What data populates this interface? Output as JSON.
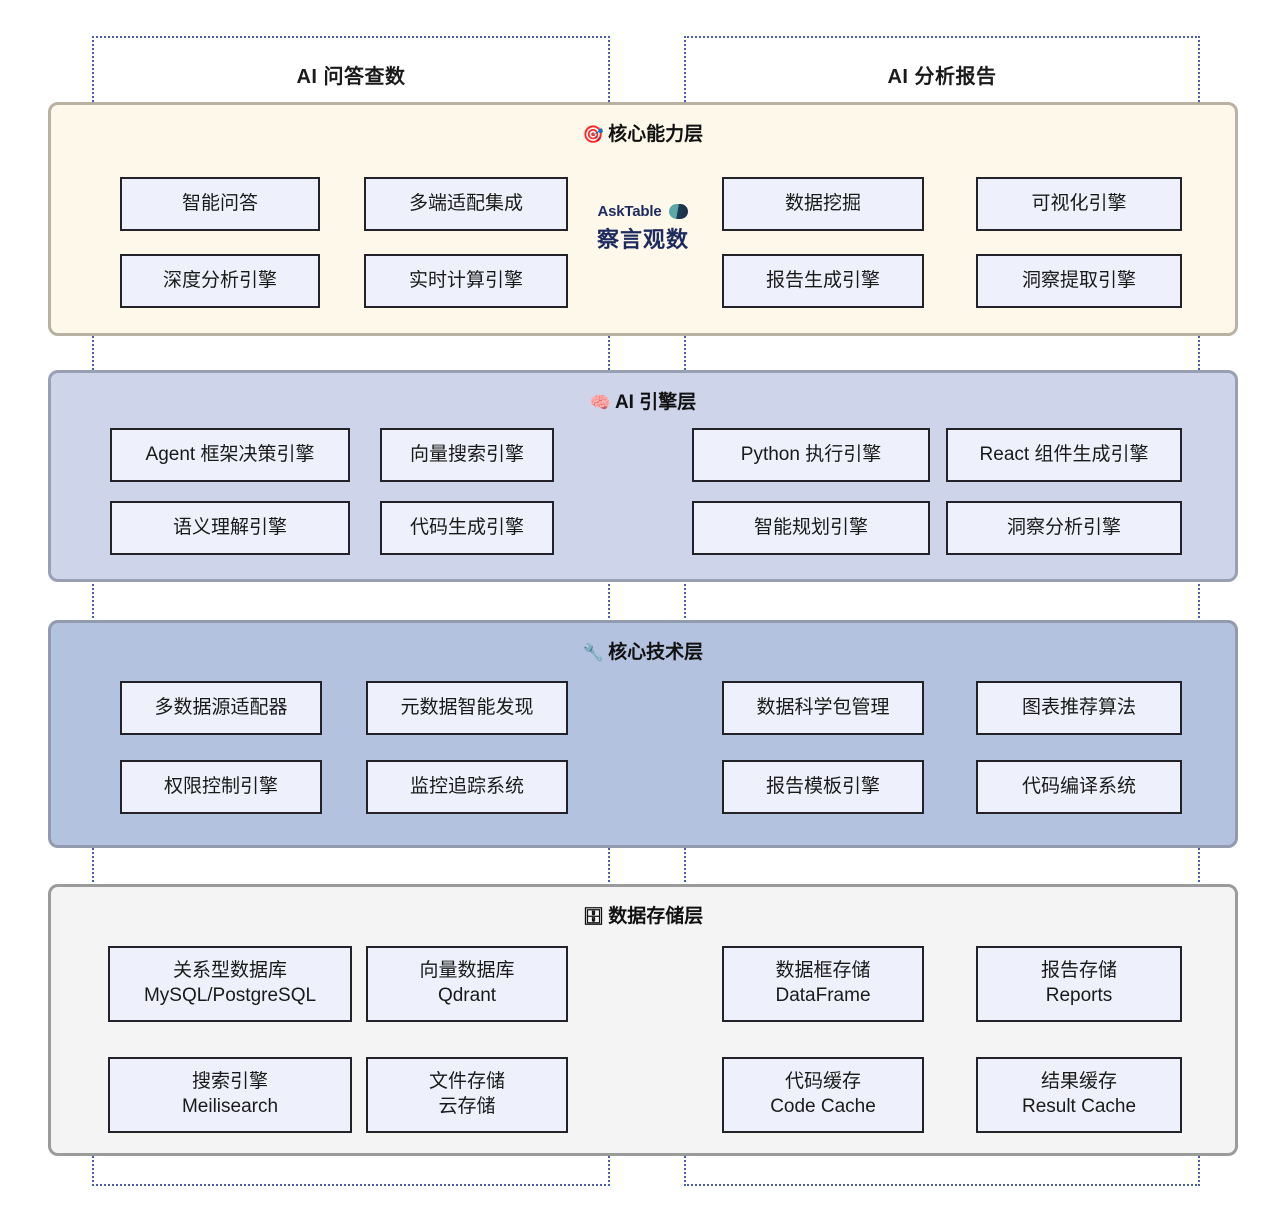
{
  "flows": [
    {
      "id": "left",
      "title": "AI 问答查数"
    },
    {
      "id": "right",
      "title": "AI 分析报告"
    }
  ],
  "brand": {
    "wordmark": "AskTable",
    "tagline": "察言观数",
    "mark_icon": "pill-logo-icon",
    "wordmark_color": "#1d2a5e",
    "mark_color": "#5aa9a8"
  },
  "layers": [
    {
      "id": "core",
      "icon": "🎯",
      "icon_name": "target-icon",
      "title": "核心能力层",
      "background": "#fdf8ea",
      "border": "#b9b2a2",
      "modules": [
        {
          "col": 1,
          "row": 1,
          "label": "智能问答"
        },
        {
          "col": 2,
          "row": 1,
          "label": "多端适配集成"
        },
        {
          "col": 3,
          "row": 1,
          "label": "数据挖掘"
        },
        {
          "col": 4,
          "row": 1,
          "label": "可视化引擎"
        },
        {
          "col": 1,
          "row": 2,
          "label": "深度分析引擎"
        },
        {
          "col": 2,
          "row": 2,
          "label": "实时计算引擎"
        },
        {
          "col": 3,
          "row": 2,
          "label": "报告生成引擎"
        },
        {
          "col": 4,
          "row": 2,
          "label": "洞察提取引擎"
        }
      ]
    },
    {
      "id": "engine",
      "icon": "🧠",
      "icon_name": "brain-icon",
      "title": "AI 引擎层",
      "background": "#ced4ea",
      "border": "#9aa0b4",
      "modules": [
        {
          "col": 1,
          "row": 1,
          "label": "Agent 框架决策引擎"
        },
        {
          "col": 2,
          "row": 1,
          "label": "向量搜索引擎"
        },
        {
          "col": 3,
          "row": 1,
          "label": "Python 执行引擎"
        },
        {
          "col": 4,
          "row": 1,
          "label": "React 组件生成引擎"
        },
        {
          "col": 1,
          "row": 2,
          "label": "语义理解引擎"
        },
        {
          "col": 2,
          "row": 2,
          "label": "代码生成引擎"
        },
        {
          "col": 3,
          "row": 2,
          "label": "智能规划引擎"
        },
        {
          "col": 4,
          "row": 2,
          "label": "洞察分析引擎"
        }
      ]
    },
    {
      "id": "tech",
      "icon": "🔧",
      "icon_name": "wrench-icon",
      "title": "核心技术层",
      "background": "#b3c2de",
      "border": "#929aae",
      "modules": [
        {
          "col": 1,
          "row": 1,
          "label": "多数据源适配器"
        },
        {
          "col": 2,
          "row": 1,
          "label": "元数据智能发现"
        },
        {
          "col": 3,
          "row": 1,
          "label": "数据科学包管理"
        },
        {
          "col": 4,
          "row": 1,
          "label": "图表推荐算法"
        },
        {
          "col": 1,
          "row": 2,
          "label": "权限控制引擎"
        },
        {
          "col": 2,
          "row": 2,
          "label": "监控追踪系统"
        },
        {
          "col": 3,
          "row": 2,
          "label": "报告模板引擎"
        },
        {
          "col": 4,
          "row": 2,
          "label": "代码编译系统"
        }
      ]
    },
    {
      "id": "storage",
      "icon": "🗄",
      "icon_name": "file-cabinet-icon",
      "title": "数据存储层",
      "background": "#f4f4f4",
      "border": "#9b9b9b",
      "modules": [
        {
          "col": 1,
          "row": 1,
          "label": "关系型数据库",
          "sub": "MySQL/PostgreSQL"
        },
        {
          "col": 2,
          "row": 1,
          "label": "向量数据库",
          "sub": "Qdrant"
        },
        {
          "col": 3,
          "row": 1,
          "label": "数据框存储",
          "sub": "DataFrame"
        },
        {
          "col": 4,
          "row": 1,
          "label": "报告存储",
          "sub": "Reports"
        },
        {
          "col": 1,
          "row": 2,
          "label": "搜索引擎",
          "sub": "Meilisearch"
        },
        {
          "col": 2,
          "row": 2,
          "label": "文件存储",
          "sub": "云存储"
        },
        {
          "col": 3,
          "row": 2,
          "label": "代码缓存",
          "sub": "Code Cache"
        },
        {
          "col": 4,
          "row": 2,
          "label": "结果缓存",
          "sub": "Result Cache"
        }
      ]
    }
  ],
  "colors": {
    "module_fill": "#eef1fb",
    "module_border": "#222228",
    "flow_border": "#4a5bb0",
    "page_background": "#ffffff"
  }
}
